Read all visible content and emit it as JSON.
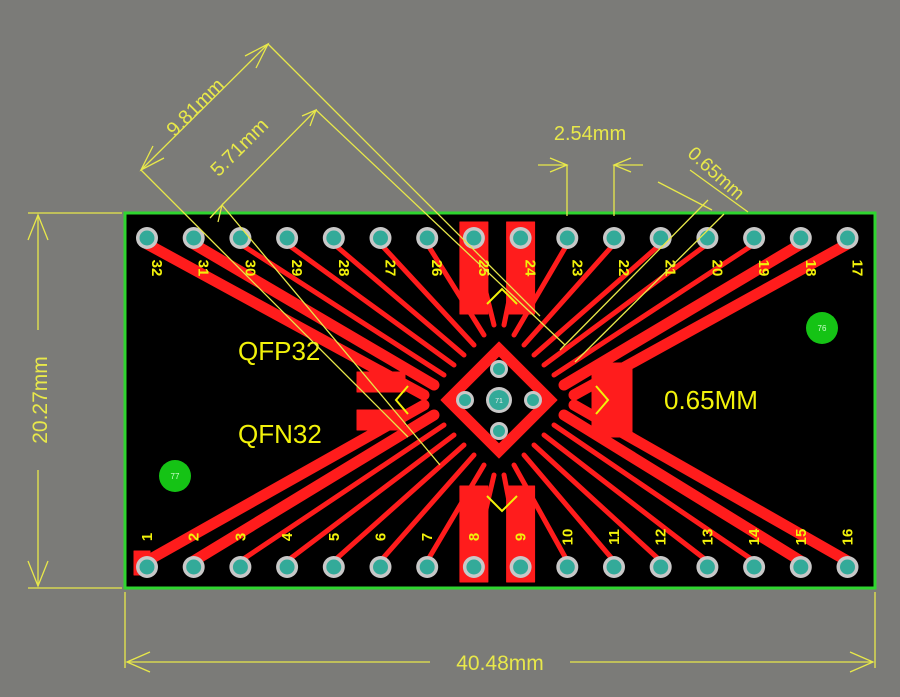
{
  "dimensions": {
    "width": "40.48mm",
    "height": "20.27mm",
    "pitch_dip": "2.54mm",
    "pitch_fine": "0.65mm",
    "diag_outer": "9.81mm",
    "diag_inner": "5.71mm"
  },
  "silkscreen": {
    "qfp": "QFP32",
    "qfn": "QFN32",
    "pitch_label": "0.65MM"
  },
  "pins": {
    "bottom": [
      "1",
      "2",
      "3",
      "4",
      "5",
      "6",
      "7",
      "8",
      "9",
      "10",
      "11",
      "12",
      "13",
      "14",
      "15",
      "16"
    ],
    "top": [
      "32",
      "31",
      "30",
      "29",
      "28",
      "27",
      "26",
      "25",
      "24",
      "23",
      "22",
      "21",
      "20",
      "19",
      "18",
      "17"
    ]
  },
  "vias": {
    "center": "71",
    "right": "76",
    "left": "77"
  },
  "colors": {
    "background": "#7b7b78",
    "board": "#000000",
    "outline": "#2fd52f",
    "copper": "#ff1c1c",
    "pad": "#33aa99",
    "pad_ring": "#c8c8c8",
    "silk": "#f2f20a",
    "dimension": "#e8e84a",
    "via": "#15c315"
  }
}
